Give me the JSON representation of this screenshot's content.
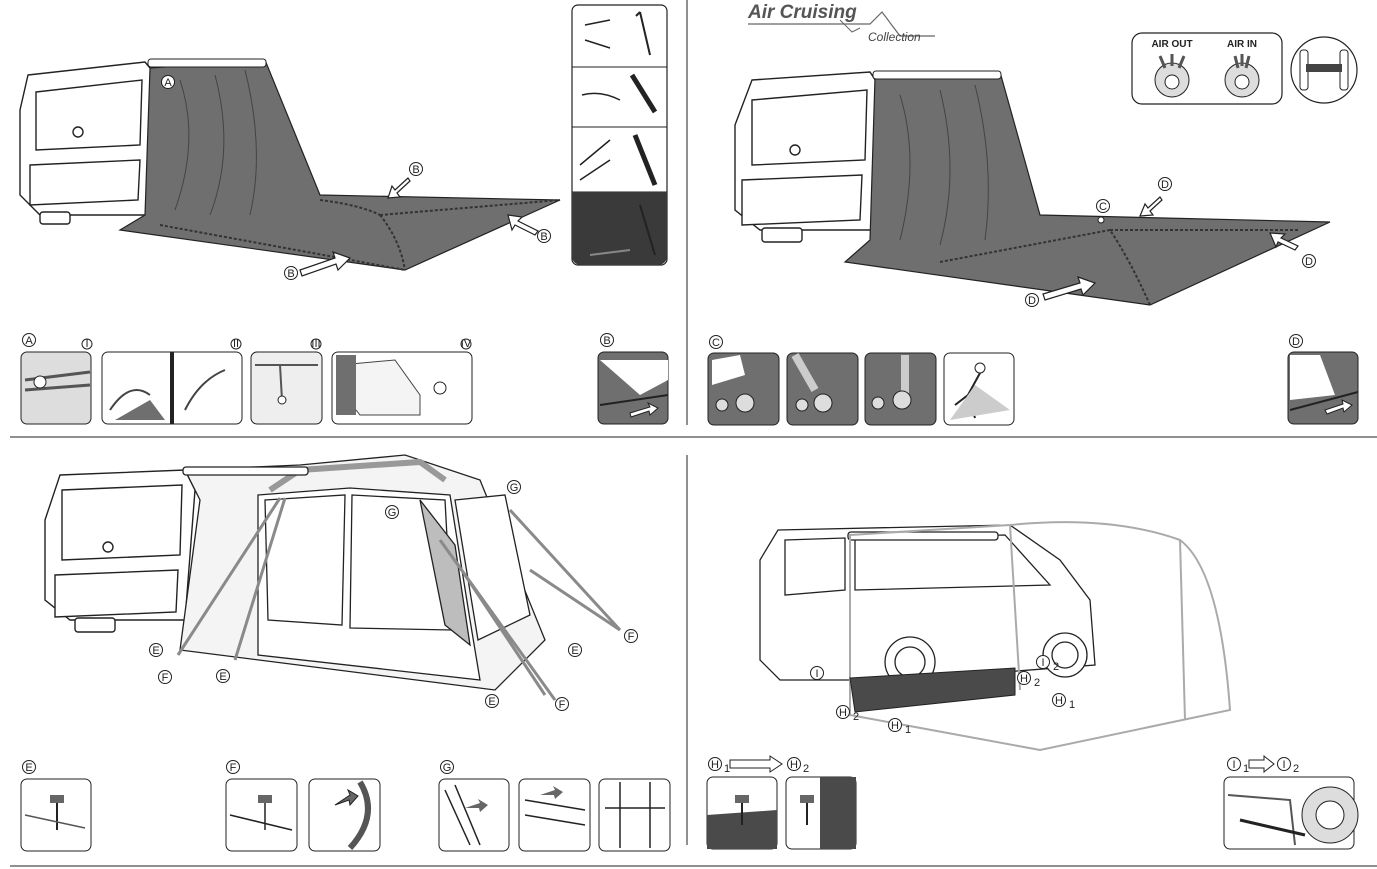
{
  "brand": {
    "name": "Air Cruising",
    "sub": "Collection"
  },
  "valve": {
    "air_out": "AIR OUT",
    "air_in": "AIR IN"
  },
  "callouts": {
    "A": "A",
    "B": "B",
    "C": "C",
    "D": "D",
    "E": "E",
    "F": "F",
    "G": "G",
    "H1": "H",
    "H2": "H",
    "I1": "I",
    "I2": "I",
    "sub1": "1",
    "sub2": "2"
  },
  "steps": {
    "i": "I",
    "ii": "II",
    "iii": "III",
    "iv": "IV"
  },
  "colors": {
    "fabric": "#6f6f6f",
    "line": "#222222",
    "bg": "#ffffff",
    "pole": "#8a8a8a"
  }
}
